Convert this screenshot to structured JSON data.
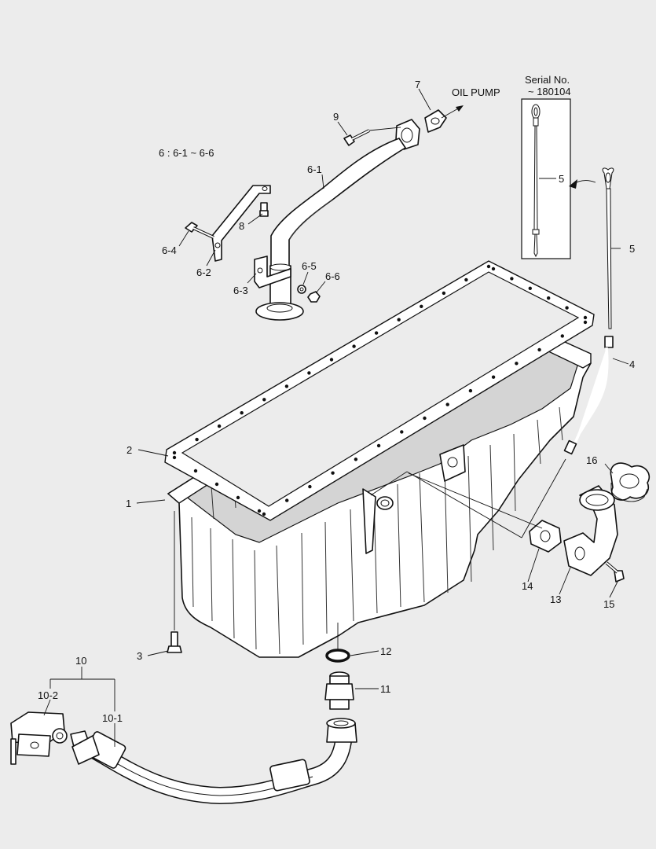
{
  "labels": {
    "group_note": "6 : 6-1 ~ 6-6",
    "oil_pump": "OIL PUMP",
    "serial_title": "Serial No.",
    "serial_value": "~ 180104",
    "p1": "1",
    "p2": "2",
    "p3": "3",
    "p4": "4",
    "p5_inset": "5",
    "p5": "5",
    "p6_1": "6-1",
    "p6_2": "6-2",
    "p6_3": "6-3",
    "p6_4": "6-4",
    "p6_5": "6-5",
    "p6_6": "6-6",
    "p7": "7",
    "p8": "8",
    "p9": "9",
    "p10": "10",
    "p10_1": "10-1",
    "p10_2": "10-2",
    "p11": "11",
    "p12": "12",
    "p13": "13",
    "p14": "14",
    "p15": "15",
    "p16": "16"
  },
  "colors": {
    "background": "#ececec",
    "line": "#111111",
    "fill": "#ffffff",
    "shade": "#d4d4d4"
  }
}
